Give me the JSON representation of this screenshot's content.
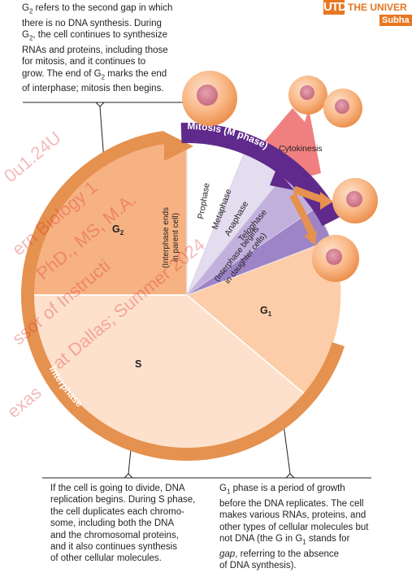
{
  "logo": {
    "mark": "UTD",
    "text": "THE UNIVER",
    "sub": "Subha"
  },
  "captions": {
    "g2": {
      "lines": [
        [
          "G",
          "2",
          " refers to the second gap in which"
        ],
        [
          "there is no DNA synthesis. During"
        ],
        [
          "G",
          "2",
          ", the cell continues to synthesize"
        ],
        [
          "RNAs and proteins, including those"
        ],
        [
          "for mitosis, and it continues to"
        ],
        [
          "grow. The end of G",
          "2",
          " marks the end"
        ],
        [
          "of interphase; mitosis then begins."
        ]
      ]
    },
    "s": {
      "lines": [
        "If the cell is going to divide, DNA",
        "replication begins. During S phase,",
        "the cell duplicates each chromo-",
        "some, including both the DNA",
        "and the chromosomal proteins,",
        "and it also continues synthesis",
        "of other cellular molecules."
      ]
    },
    "g1": {
      "line1_pre": "G",
      "line1_sub": "1",
      "line1_post": " phase is a period of growth",
      "line2": "before the DNA replicates. The cell",
      "line3": "makes various RNAs, proteins, and",
      "line4": "other types of cellular molecules but",
      "line5_pre": "not DNA (the G in G",
      "line5_sub": "1",
      "line5_post": " stands for",
      "line6_em": "gap",
      "line6_post": ", referring to the absence",
      "line7": "of DNA synthesis)."
    }
  },
  "diagram": {
    "g2_label": "G",
    "g2_sub": "2",
    "s_label": "S",
    "g1_label": "G",
    "g1_sub": "1",
    "interphase_label": "Interphase",
    "mitosis_label": "Mitosis (M phase)",
    "cytokinesis_label": "Cytokinesis",
    "interphase_ends_line1": "(Interphase ends",
    "interphase_ends_line2": "in parent cell)",
    "interphase_begins_line1": "(Interphase begins",
    "interphase_begins_line2": "in daughter cells)",
    "stages": [
      "Prophase",
      "Metaphase",
      "Anaphase",
      "Telophase"
    ]
  },
  "watermark": {
    "lines": [
      "0u1.24U",
      "ern Biology 1",
      "PhD., MS, M.A.",
      "ssor of Instructi",
      "at Dallas; Summer 2024",
      "exas"
    ]
  },
  "colors": {
    "g2": "#f6b283",
    "s": "#fde1cc",
    "g1": "#fccda8",
    "arrow": "#e5914f",
    "mitosis": "#5f2a8b",
    "prophase": "#ffffff",
    "metaphase": "#e4dcef",
    "anaphase": "#c2b0dc",
    "telophase": "#9d84c6",
    "cytokinesis": "#f08080",
    "cell": "#f5a26a",
    "nucleus": "#d27a8f"
  }
}
